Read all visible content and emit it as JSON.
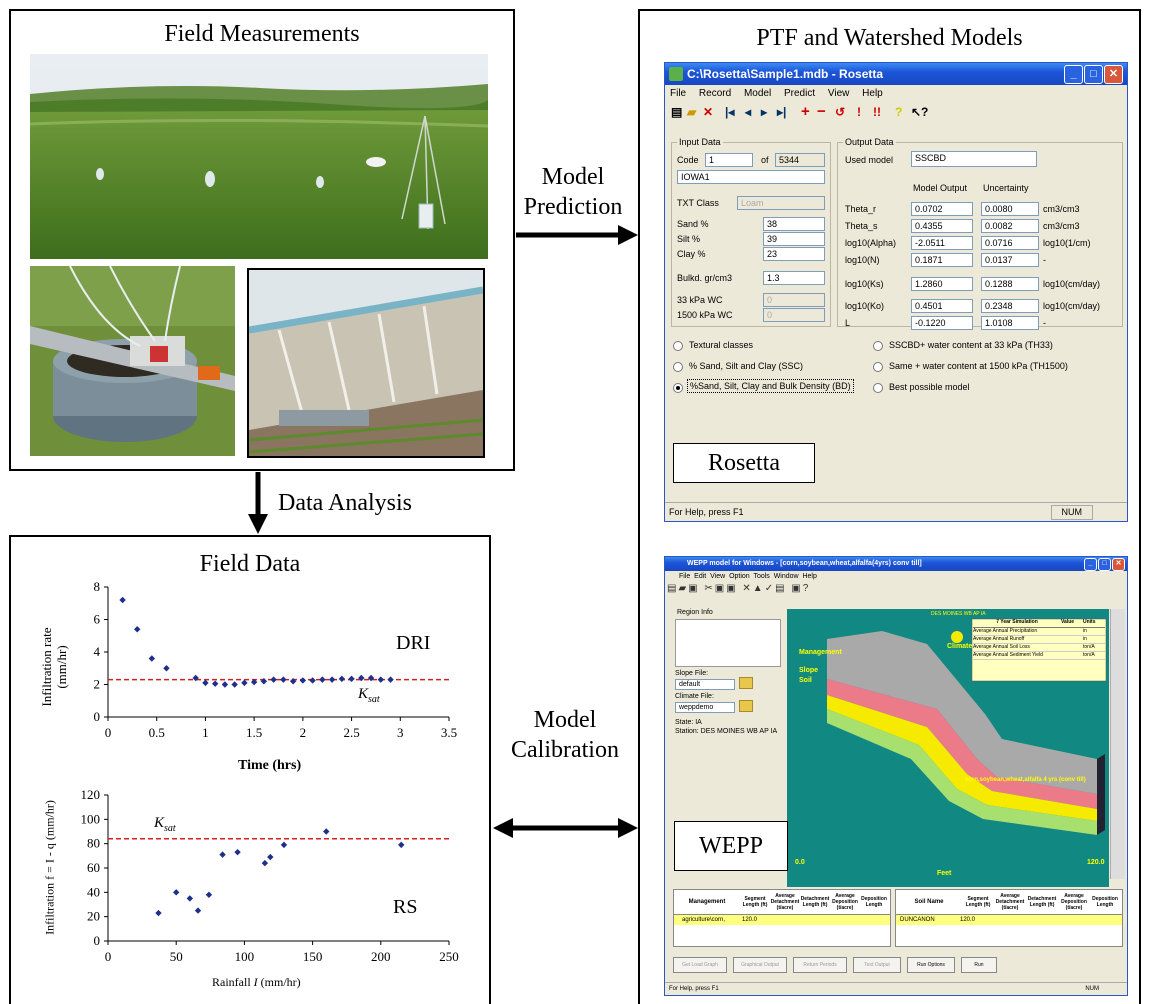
{
  "panels": {
    "field_measurements": {
      "title": "Field Measurements"
    },
    "ptf_models": {
      "title": "PTF and Watershed Models"
    },
    "field_data": {
      "title": "Field Data"
    }
  },
  "arrows": {
    "model_prediction": [
      "Model",
      "Prediction"
    ],
    "data_analysis": "Data Analysis",
    "model_calibration": [
      "Model",
      "Calibration"
    ]
  },
  "colors": {
    "series": "#1f2f8c",
    "ksat_line": "#d22020",
    "border": "#000000"
  },
  "chart_data": [
    {
      "type": "scatter",
      "annotation": "DRI",
      "reference_label": "K_sat",
      "reference_y": 2.3,
      "xlabel": "Time (hrs)",
      "ylabel": "Infiltration rate (mm/hr)",
      "xlim": [
        0,
        3.5
      ],
      "ylim": [
        0,
        8
      ],
      "xticks": [
        "0",
        "0.5",
        "1",
        "1.5",
        "2",
        "2.5",
        "3",
        "3.5"
      ],
      "yticks": [
        "0",
        "2",
        "4",
        "6",
        "8"
      ],
      "x": [
        0.15,
        0.3,
        0.45,
        0.6,
        0.9,
        1.0,
        1.1,
        1.2,
        1.3,
        1.4,
        1.5,
        1.6,
        1.7,
        1.8,
        1.9,
        2.0,
        2.1,
        2.2,
        2.3,
        2.4,
        2.5,
        2.6,
        2.7,
        2.8,
        2.9
      ],
      "y": [
        7.2,
        5.4,
        3.6,
        3.0,
        2.4,
        2.1,
        2.05,
        2.0,
        2.0,
        2.1,
        2.15,
        2.2,
        2.3,
        2.3,
        2.2,
        2.25,
        2.25,
        2.3,
        2.3,
        2.35,
        2.35,
        2.4,
        2.4,
        2.3,
        2.3
      ]
    },
    {
      "type": "scatter",
      "annotation": "RS",
      "reference_label": "K_sat",
      "reference_y": 84,
      "xlabel": "Rainfall I (mm/hr)",
      "ylabel": "Infiltration f = I - q (mm/hr)",
      "xlim": [
        0,
        250
      ],
      "ylim": [
        0,
        120
      ],
      "xticks": [
        "0",
        "50",
        "100",
        "150",
        "200",
        "250"
      ],
      "yticks": [
        "0",
        "20",
        "40",
        "60",
        "80",
        "100",
        "120"
      ],
      "x": [
        37,
        50,
        60,
        66,
        74,
        84,
        95,
        115,
        119,
        129,
        160,
        215
      ],
      "y": [
        23,
        40,
        35,
        25,
        38,
        71,
        73,
        64,
        69,
        79,
        90,
        79
      ]
    }
  ],
  "labels": {
    "dri": "DRI",
    "rs": "RS",
    "ksat_k": "K",
    "ksat_sub": "sat",
    "chart1_xlabel": "Time (hrs)",
    "chart1_ylabel_l1": "Infiltration rate",
    "chart1_ylabel_l2": "(mm/hr)",
    "chart2_xlabel_pre": "Rainfall ",
    "chart2_xlabel_var": "I",
    "chart2_xlabel_post": " (mm/hr)",
    "chart2_ylabel": "Infiltration f = I - q (mm/hr)"
  },
  "rosetta": {
    "title": "C:\\Rosetta\\Sample1.mdb - Rosetta",
    "menu": [
      "File",
      "Record",
      "Model",
      "Predict",
      "View",
      "Help"
    ],
    "input_group": "Input Data",
    "code_label": "Code",
    "code_value": "1",
    "of_label": "of",
    "total": "5344",
    "name_value": "IOWA1",
    "txt_class_label": "TXT Class",
    "txt_class_value": "Loam",
    "sand_label": "Sand %",
    "sand": "38",
    "silt_label": "Silt %",
    "silt": "39",
    "clay_label": "Clay %",
    "clay": "23",
    "bulk_label": "Bulkd. gr/cm3",
    "bulk": "1.3",
    "wc33_label": "33 kPa WC",
    "wc33": "0",
    "wc1500_label": "1500 kPa WC",
    "wc1500": "0",
    "output_group": "Output Data",
    "used_model_label": "Used model",
    "used_model": "SSCBD",
    "col_output": "Model Output",
    "col_uncert": "Uncertainty",
    "rows": [
      {
        "name": "Theta_r",
        "out": "0.0702",
        "unc": "0.0080",
        "unit": "cm3/cm3"
      },
      {
        "name": "Theta_s",
        "out": "0.4355",
        "unc": "0.0082",
        "unit": "cm3/cm3"
      },
      {
        "name": "log10(Alpha)",
        "out": "-2.0511",
        "unc": "0.0716",
        "unit": "log10(1/cm)"
      },
      {
        "name": "log10(N)",
        "out": "0.1871",
        "unc": "0.0137",
        "unit": "-"
      },
      {
        "name": "log10(Ks)",
        "out": "1.2860",
        "unc": "0.1288",
        "unit": "log10(cm/day)"
      },
      {
        "name": "log10(Ko)",
        "out": "0.4501",
        "unc": "0.2348",
        "unit": "log10(cm/day)"
      },
      {
        "name": "L",
        "out": "-0.1220",
        "unc": "1.0108",
        "unit": "-"
      }
    ],
    "options": [
      "Textural classes",
      "% Sand, Silt and Clay (SSC)",
      "%Sand, Silt, Clay and Bulk Density (BD)",
      "SSCBD+ water content at 33 kPa (TH33)",
      "Same + water content at 1500 kPa (TH1500)",
      "Best possible model"
    ],
    "label": "Rosetta",
    "status": "For Help, press F1",
    "num": "NUM"
  },
  "wepp": {
    "title": "WEPP model  for Windows - [corn,soybean,wheat,alfalfa(4yrs) conv till]",
    "menu": [
      "File",
      "Edit",
      "View",
      "Option",
      "Tools",
      "Window",
      "Help"
    ],
    "region_info": "Region Info",
    "slope_file_label": "Slope File:",
    "slope_file": "default",
    "climate_file_label": "Climate File:",
    "climate_file": "weppdemo",
    "state": "State: IA",
    "station": "Station: DES MOINES WB AP IA",
    "chart_header": "DES MOINES WB AP IA",
    "manage": "Management",
    "slope": "Slope",
    "soil": "Soil",
    "climate": "Climate",
    "crop_label": "corn,soybean,wheat,alfalfa 4 yrs (conv till)",
    "x_start": "0.0",
    "x_end": "120.0",
    "x_label": "Feet",
    "sim_title": "7 Year Simulation",
    "sim_value": "Value",
    "sim_units": "Units",
    "sim_rows": [
      {
        "name": "Average Annual Precipitation",
        "unit": "in"
      },
      {
        "name": "Average Annual Runoff",
        "unit": "in"
      },
      {
        "name": "Average Annual Soil Loss",
        "unit": "ton/A"
      },
      {
        "name": "Average Annual Sediment Yield",
        "unit": "ton/A"
      }
    ],
    "table_mgmt": "Management",
    "table_headers": [
      "Segment Length (ft)",
      "Average Detachment (t/acre)",
      "Detachment Length (ft)",
      "Average Deposition (t/acre)",
      "Deposition Length"
    ],
    "table_soil": "Soil Name",
    "mgmt_value": "agriculture\\corn,",
    "seg_len": "120.0",
    "soil_value": "DUNCANON",
    "soil_len": "120.0",
    "buttons": [
      "Get Load Graph",
      "Graphical Output",
      "Return Periods",
      "Text Output",
      "Run Options",
      "Run"
    ],
    "label": "WEPP",
    "status": "For Help, press F1",
    "num": "NUM"
  }
}
